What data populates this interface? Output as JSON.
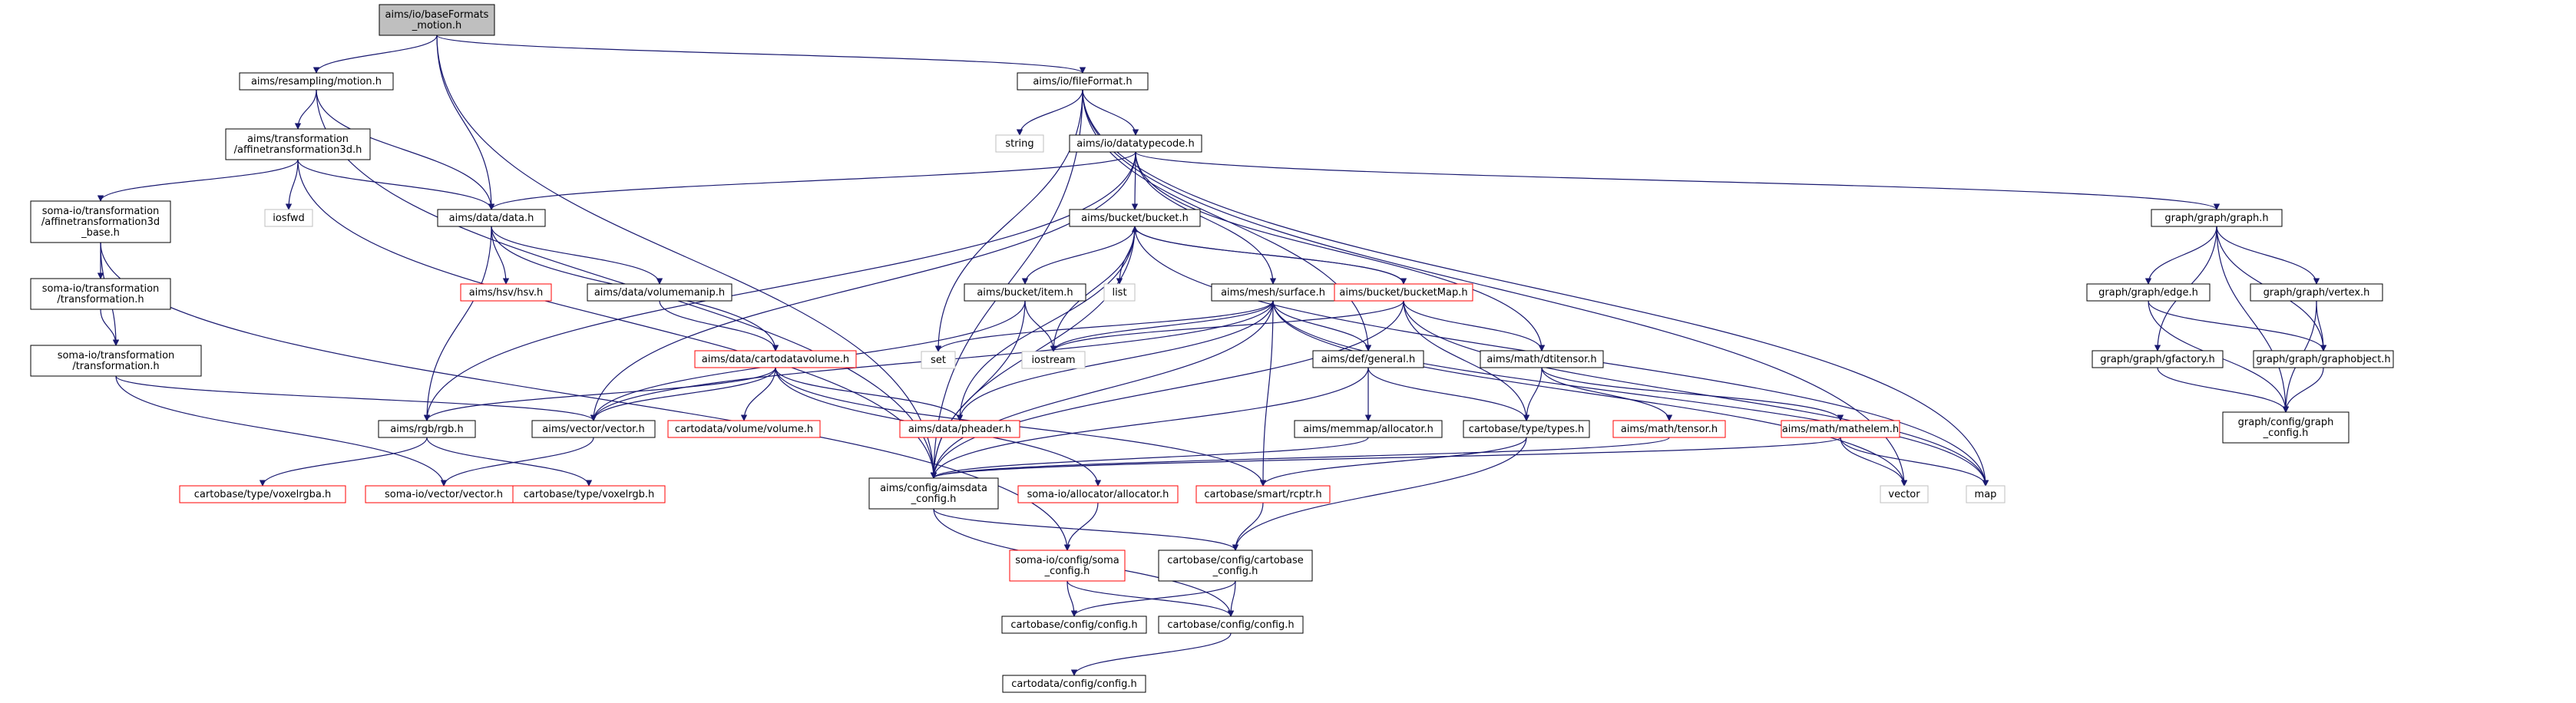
{
  "nodes": [
    {
      "id": "n0",
      "lines": [
        "aims/io/baseFormats",
        "_motion.h"
      ],
      "kind": "root"
    },
    {
      "id": "n1",
      "lines": [
        "aims/resampling/motion.h"
      ],
      "kind": "normal"
    },
    {
      "id": "n2",
      "lines": [
        "aims/io/fileFormat.h"
      ],
      "kind": "normal"
    },
    {
      "id": "n3",
      "lines": [
        "aims/transformation",
        "/affinetransformation3d.h"
      ],
      "kind": "normal"
    },
    {
      "id": "n4",
      "lines": [
        "string"
      ],
      "kind": "external"
    },
    {
      "id": "n5",
      "lines": [
        "aims/io/datatypecode.h"
      ],
      "kind": "normal"
    },
    {
      "id": "n6",
      "lines": [
        "soma-io/transformation",
        "/affinetransformation3d",
        "_base.h"
      ],
      "kind": "normal"
    },
    {
      "id": "n7",
      "lines": [
        "iosfwd"
      ],
      "kind": "external"
    },
    {
      "id": "n8",
      "lines": [
        "aims/data/data.h"
      ],
      "kind": "normal"
    },
    {
      "id": "n9",
      "lines": [
        "aims/bucket/bucket.h"
      ],
      "kind": "normal"
    },
    {
      "id": "n10",
      "lines": [
        "graph/graph/graph.h"
      ],
      "kind": "normal"
    },
    {
      "id": "n11",
      "lines": [
        "soma-io/transformation",
        "/transformation.h"
      ],
      "kind": "normal"
    },
    {
      "id": "n12",
      "lines": [
        "aims/hsv/hsv.h"
      ],
      "kind": "missing"
    },
    {
      "id": "n13",
      "lines": [
        "aims/data/volumemanip.h"
      ],
      "kind": "normal"
    },
    {
      "id": "n14",
      "lines": [
        "list"
      ],
      "kind": "external"
    },
    {
      "id": "n15",
      "lines": [
        "aims/bucket/item.h"
      ],
      "kind": "normal"
    },
    {
      "id": "n16",
      "lines": [
        "aims/mesh/surface.h"
      ],
      "kind": "normal"
    },
    {
      "id": "n17",
      "lines": [
        "aims/bucket/bucketMap.h"
      ],
      "kind": "missing"
    },
    {
      "id": "n18",
      "lines": [
        "graph/graph/edge.h"
      ],
      "kind": "normal"
    },
    {
      "id": "n19",
      "lines": [
        "graph/graph/vertex.h"
      ],
      "kind": "normal"
    },
    {
      "id": "n20",
      "lines": [
        "soma-io/transformation",
        "/transformation.h"
      ],
      "kind": "normal"
    },
    {
      "id": "n21",
      "lines": [
        "aims/data/cartodatavolume.h"
      ],
      "kind": "missing"
    },
    {
      "id": "n22",
      "lines": [
        "set"
      ],
      "kind": "external"
    },
    {
      "id": "n23",
      "lines": [
        "iostream"
      ],
      "kind": "external"
    },
    {
      "id": "n24",
      "lines": [
        "aims/def/general.h"
      ],
      "kind": "normal"
    },
    {
      "id": "n25",
      "lines": [
        "aims/math/dtitensor.h"
      ],
      "kind": "normal"
    },
    {
      "id": "n26",
      "lines": [
        "graph/graph/gfactory.h"
      ],
      "kind": "normal"
    },
    {
      "id": "n27",
      "lines": [
        "graph/graph/graphobject.h"
      ],
      "kind": "normal"
    },
    {
      "id": "n28",
      "lines": [
        "aims/rgb/rgb.h"
      ],
      "kind": "normal"
    },
    {
      "id": "n29",
      "lines": [
        "aims/vector/vector.h"
      ],
      "kind": "normal"
    },
    {
      "id": "n30",
      "lines": [
        "cartodata/volume/volume.h"
      ],
      "kind": "missing"
    },
    {
      "id": "n31",
      "lines": [
        "aims/data/pheader.h"
      ],
      "kind": "missing"
    },
    {
      "id": "n32",
      "lines": [
        "aims/memmap/allocator.h"
      ],
      "kind": "normal"
    },
    {
      "id": "n33",
      "lines": [
        "cartobase/type/types.h"
      ],
      "kind": "normal"
    },
    {
      "id": "n34",
      "lines": [
        "aims/math/tensor.h"
      ],
      "kind": "missing"
    },
    {
      "id": "n35",
      "lines": [
        "aims/math/mathelem.h"
      ],
      "kind": "missing"
    },
    {
      "id": "n36",
      "lines": [
        "graph/config/graph",
        "_config.h"
      ],
      "kind": "normal"
    },
    {
      "id": "n37",
      "lines": [
        "cartobase/type/voxelrgba.h"
      ],
      "kind": "missing"
    },
    {
      "id": "n38",
      "lines": [
        "soma-io/vector/vector.h"
      ],
      "kind": "missing"
    },
    {
      "id": "n39",
      "lines": [
        "cartobase/type/voxelrgb.h"
      ],
      "kind": "missing"
    },
    {
      "id": "n40",
      "lines": [
        "aims/config/aimsdata",
        "_config.h"
      ],
      "kind": "normal"
    },
    {
      "id": "n41",
      "lines": [
        "soma-io/allocator/allocator.h"
      ],
      "kind": "missing"
    },
    {
      "id": "n42",
      "lines": [
        "cartobase/smart/rcptr.h"
      ],
      "kind": "missing"
    },
    {
      "id": "n43",
      "lines": [
        "vector"
      ],
      "kind": "external"
    },
    {
      "id": "n44",
      "lines": [
        "map"
      ],
      "kind": "external"
    },
    {
      "id": "n45",
      "lines": [
        "soma-io/config/soma",
        "_config.h"
      ],
      "kind": "missing"
    },
    {
      "id": "n46",
      "lines": [
        "cartobase/config/cartobase",
        "_config.h"
      ],
      "kind": "normal"
    },
    {
      "id": "n47",
      "lines": [
        "cartobase/config/config.h"
      ],
      "kind": "normal"
    },
    {
      "id": "n48",
      "lines": [
        "cartobase/config/config.h"
      ],
      "kind": "normal"
    },
    {
      "id": "n49",
      "lines": [
        "cartodata/config/config.h"
      ],
      "kind": "normal"
    }
  ],
  "edges": [
    [
      "n0",
      "n1"
    ],
    [
      "n0",
      "n2"
    ],
    [
      "n0",
      "n40"
    ],
    [
      "n0",
      "n8"
    ],
    [
      "n1",
      "n3"
    ],
    [
      "n1",
      "n8"
    ],
    [
      "n1",
      "n40"
    ],
    [
      "n2",
      "n4"
    ],
    [
      "n2",
      "n5"
    ],
    [
      "n2",
      "n22"
    ],
    [
      "n2",
      "n24"
    ],
    [
      "n2",
      "n40"
    ],
    [
      "n2",
      "n44"
    ],
    [
      "n2",
      "n43"
    ],
    [
      "n3",
      "n6"
    ],
    [
      "n3",
      "n7"
    ],
    [
      "n3",
      "n8"
    ],
    [
      "n3",
      "n40"
    ],
    [
      "n5",
      "n8"
    ],
    [
      "n5",
      "n9"
    ],
    [
      "n5",
      "n16"
    ],
    [
      "n5",
      "n10"
    ],
    [
      "n5",
      "n25"
    ],
    [
      "n5",
      "n28"
    ],
    [
      "n5",
      "n29"
    ],
    [
      "n6",
      "n11"
    ],
    [
      "n6",
      "n20"
    ],
    [
      "n6",
      "n45"
    ],
    [
      "n8",
      "n12"
    ],
    [
      "n8",
      "n13"
    ],
    [
      "n8",
      "n21"
    ],
    [
      "n8",
      "n28"
    ],
    [
      "n9",
      "n14"
    ],
    [
      "n9",
      "n15"
    ],
    [
      "n9",
      "n17"
    ],
    [
      "n9",
      "n23"
    ],
    [
      "n9",
      "n31"
    ],
    [
      "n9",
      "n40"
    ],
    [
      "n9",
      "n44"
    ],
    [
      "n10",
      "n18"
    ],
    [
      "n10",
      "n19"
    ],
    [
      "n10",
      "n26"
    ],
    [
      "n10",
      "n27"
    ],
    [
      "n10",
      "n36"
    ],
    [
      "n11",
      "n20"
    ],
    [
      "n13",
      "n21"
    ],
    [
      "n15",
      "n23"
    ],
    [
      "n15",
      "n29"
    ],
    [
      "n15",
      "n40"
    ],
    [
      "n16",
      "n22"
    ],
    [
      "n16",
      "n23"
    ],
    [
      "n16",
      "n24"
    ],
    [
      "n16",
      "n29"
    ],
    [
      "n16",
      "n31"
    ],
    [
      "n16",
      "n40"
    ],
    [
      "n16",
      "n42"
    ],
    [
      "n16",
      "n43"
    ],
    [
      "n16",
      "n44"
    ],
    [
      "n17",
      "n9"
    ],
    [
      "n17",
      "n23"
    ],
    [
      "n17",
      "n25"
    ],
    [
      "n17",
      "n33"
    ],
    [
      "n17",
      "n40"
    ],
    [
      "n17",
      "n44"
    ],
    [
      "n18",
      "n27"
    ],
    [
      "n18",
      "n36"
    ],
    [
      "n19",
      "n27"
    ],
    [
      "n19",
      "n36"
    ],
    [
      "n20",
      "n29"
    ],
    [
      "n20",
      "n38"
    ],
    [
      "n21",
      "n28"
    ],
    [
      "n21",
      "n29"
    ],
    [
      "n21",
      "n30"
    ],
    [
      "n21",
      "n31"
    ],
    [
      "n21",
      "n41"
    ],
    [
      "n21",
      "n42"
    ],
    [
      "n24",
      "n32"
    ],
    [
      "n24",
      "n33"
    ],
    [
      "n24",
      "n40"
    ],
    [
      "n25",
      "n33"
    ],
    [
      "n25",
      "n34"
    ],
    [
      "n25",
      "n35"
    ],
    [
      "n26",
      "n36"
    ],
    [
      "n27",
      "n36"
    ],
    [
      "n28",
      "n37"
    ],
    [
      "n28",
      "n39"
    ],
    [
      "n29",
      "n38"
    ],
    [
      "n32",
      "n40"
    ],
    [
      "n33",
      "n42"
    ],
    [
      "n33",
      "n46"
    ],
    [
      "n34",
      "n40"
    ],
    [
      "n35",
      "n40"
    ],
    [
      "n35",
      "n43"
    ],
    [
      "n35",
      "n44"
    ],
    [
      "n40",
      "n46"
    ],
    [
      "n40",
      "n48"
    ],
    [
      "n41",
      "n45"
    ],
    [
      "n42",
      "n46"
    ],
    [
      "n45",
      "n47"
    ],
    [
      "n45",
      "n48"
    ],
    [
      "n46",
      "n47"
    ],
    [
      "n46",
      "n48"
    ],
    [
      "n48",
      "n49"
    ]
  ],
  "colors": {
    "normal_border": "#000000",
    "missing_border": "#ff0000",
    "external_border": "#bfbfbf",
    "external_text": "#000000",
    "root_fill": "#bfbfbf",
    "edge": "#191970"
  }
}
